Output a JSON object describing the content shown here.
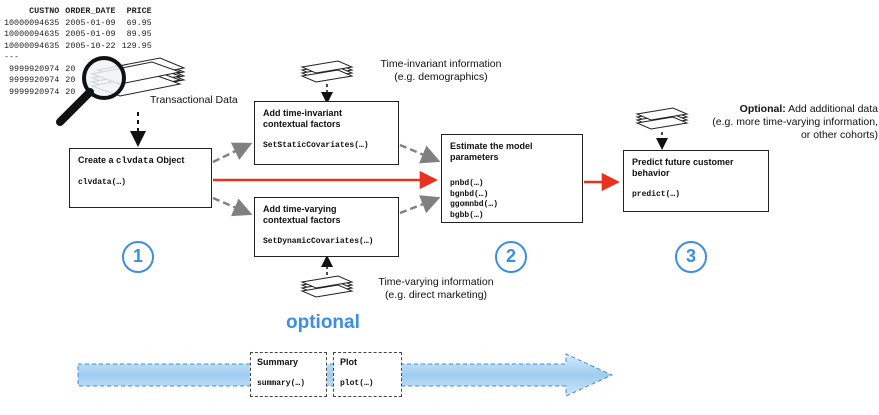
{
  "transactions": {
    "headers": [
      "CUSTNO",
      "ORDER_DATE",
      "PRICE"
    ],
    "rows": [
      [
        "10000094635",
        "2005-01-09",
        "69.95"
      ],
      [
        "10000094635",
        "2005-01-09",
        "89.95"
      ],
      [
        "10000094635",
        "2005-10-22",
        "129.95"
      ]
    ],
    "separator": "---",
    "tail_rows": [
      [
        "9999920974",
        "20"
      ],
      [
        "9999920974",
        "20"
      ],
      [
        "9999920974",
        "20"
      ]
    ]
  },
  "labels": {
    "transactional_data": "Transactional Data",
    "time_invariant_info": "Time-invariant information",
    "time_invariant_example": "(e.g. demographics)",
    "time_varying_info": "Time-varying information",
    "time_varying_example": "(e.g. direct marketing)",
    "optional_prefix": "Optional:",
    "optional_add": "Add additional data",
    "optional_line2": "(e.g. more time-varying information,",
    "optional_line3": "or other cohorts)",
    "optional_big": "optional"
  },
  "boxes": {
    "create": {
      "title_pre": "Create a",
      "title_code": "clvdata",
      "title_post": "Object",
      "fn": "clvdata(…)"
    },
    "static": {
      "title_line1": "Add time-invariant",
      "title_line2": "contextual factors",
      "fn": "SetStaticCovariates(…)"
    },
    "dynamic": {
      "title_line1": "Add time-varying",
      "title_line2": "contextual factors",
      "fn": "SetDynamicCovariates(…)"
    },
    "estimate": {
      "title_line1": "Estimate the model",
      "title_line2": "parameters",
      "fns": [
        "pnbd(…)",
        "bgnbd(…)",
        "ggomnbd(…)",
        "bgbb(…)"
      ]
    },
    "predict": {
      "title_line1": "Predict future customer",
      "title_line2": "behavior",
      "fn": "predict(…)"
    },
    "summary": {
      "title": "Summary",
      "fn": "summary(…)"
    },
    "plot": {
      "title": "Plot",
      "fn": "plot(…)"
    }
  },
  "steps": [
    "1",
    "2",
    "3"
  ],
  "colors": {
    "accent_blue": "#3b8ee5",
    "main_arrow_red": "#e8321e",
    "side_arrow_gray": "#808080",
    "band_blue": "#a9d4f3"
  },
  "icons": [
    "stack-of-papers-icon",
    "magnifying-glass-icon"
  ]
}
